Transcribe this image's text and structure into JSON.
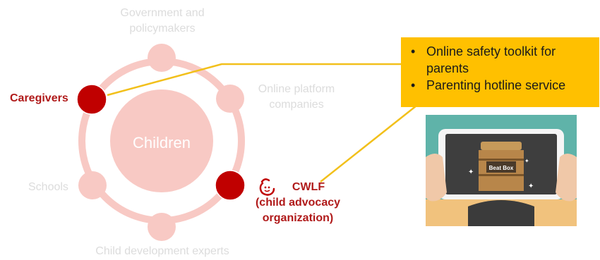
{
  "center_label": "Children",
  "nodes": {
    "government": "Government and policymakers",
    "government_line1": "Government and",
    "government_line2": "policymakers",
    "platforms_line1": "Online platform",
    "platforms_line2": "companies",
    "caregivers": "Caregivers",
    "schools": "Schools",
    "experts": "Child development experts",
    "cwlf_line1": "CWLF",
    "cwlf_line2": "(child advocacy",
    "cwlf_line3": "organization)"
  },
  "callout": {
    "items": [
      "Online safety toolkit for parents",
      "Parenting hotline service"
    ],
    "item1_line1": "Online safety toolkit for",
    "item1_line2": "parents"
  },
  "tablet_screen_title": "Beat Box",
  "colors": {
    "highlight_node": "#c00000",
    "faint_node": "#f8c9c4",
    "ring": "#f8c9c4",
    "callout_bg": "#ffc000",
    "connector": "#f2c01b",
    "label_red": "#b01a1a"
  }
}
